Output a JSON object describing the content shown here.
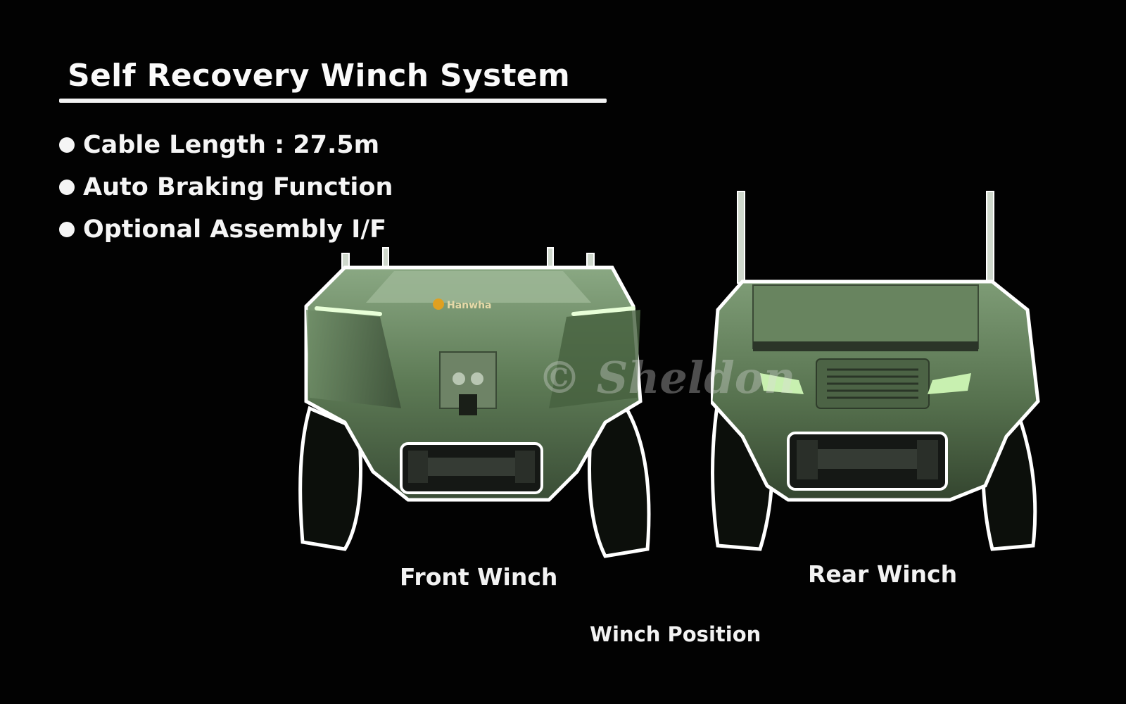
{
  "slide": {
    "title": "Self Recovery Winch System",
    "bullets": [
      "Cable Length : 27.5m",
      "Auto Braking Function",
      "Optional Assembly I/F"
    ],
    "front_caption": "Front Winch",
    "rear_caption": "Rear Winch",
    "position_caption": "Winch Position",
    "watermark": "© Sheldon",
    "vehicle_logo": "Hanwha"
  },
  "colors": {
    "background": "#020202",
    "text": "#f5f5f5",
    "vehicle_body": "#5d7a55",
    "vehicle_dark": "#2f3f2c",
    "outline": "#ffffff",
    "lamp": "#c8f0b0",
    "logo": "#e0a020"
  },
  "icons": {
    "bullet": "filled-circle-icon",
    "front_vehicle": "front-view-vehicle-icon",
    "rear_vehicle": "rear-view-vehicle-icon",
    "winch": "winch-icon"
  }
}
